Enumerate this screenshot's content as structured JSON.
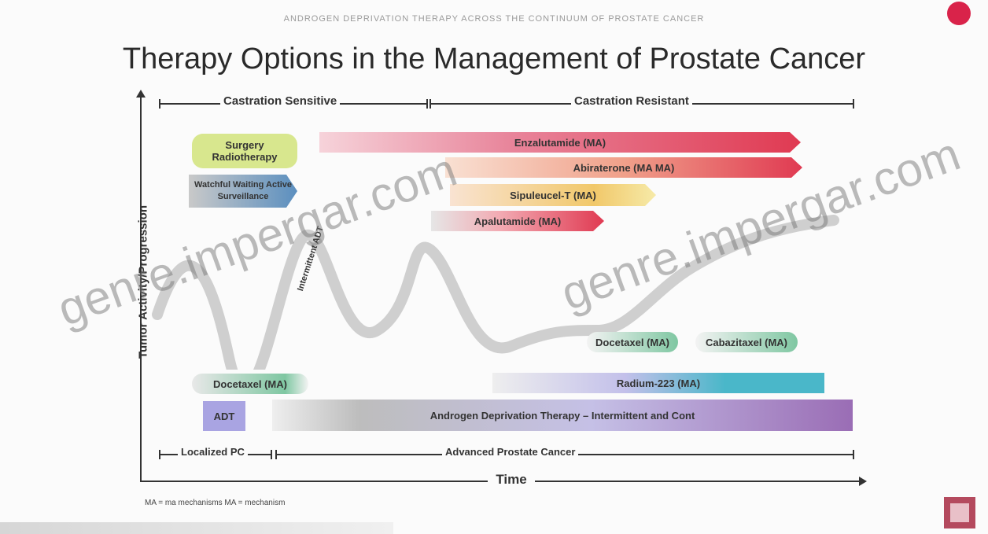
{
  "slide": {
    "subtitle": "ANDROGEN DEPRIVATION THERAPY ACROSS THE CONTINUUM OF PROSTATE CANCER",
    "title": "Therapy Options in the Management of Prostate Cancer",
    "y_axis_label": "Tumor Activity/Progression",
    "x_axis_label": "Time",
    "footnote": "MA = ma mechanisms MA = mechanism"
  },
  "phases_top": {
    "sensitive": "Castration Sensitive",
    "resistant": "Castration Resistant"
  },
  "phases_bottom": {
    "localized": "Localized PC",
    "advanced": "Advanced Prostate Cancer"
  },
  "therapies": {
    "surgery": "Surgery Radiotherapy",
    "monitoring": "Watchful Waiting Active Surveillance",
    "enzalutamide": "Enzalutamide (MA)",
    "abiraterone": "Abiraterone (MA MA)",
    "sipuleucel": "Sipuleucel-T (MA)",
    "apalutamide": "Apalutamide (MA)",
    "intermittent": "Intermittent ADT",
    "docetaxel_late": "Docetaxel (MA)",
    "cabazitaxel": "Cabazitaxel (MA)",
    "docetaxel_early": "Docetaxel (MA)",
    "radium": "Radium-223 (MA)",
    "adt": "ADT",
    "adt_full": "Androgen Deprivation Therapy – Intermittent and Cont"
  },
  "watermark": {
    "left": "genre.impergar.com",
    "right": "genre.impergar.com"
  },
  "colors": {
    "enzalutamide": "#e03a52",
    "abiraterone": "#e8506a",
    "sipuleucel": "#f1c86a",
    "apalutamide": "#e45a5a",
    "surgery": "#d6e58a",
    "monitoring": "#5b8fbf",
    "docetaxel": "#7fc7a2",
    "radium": "#4ab7c9",
    "adt": "#9a6db5"
  }
}
